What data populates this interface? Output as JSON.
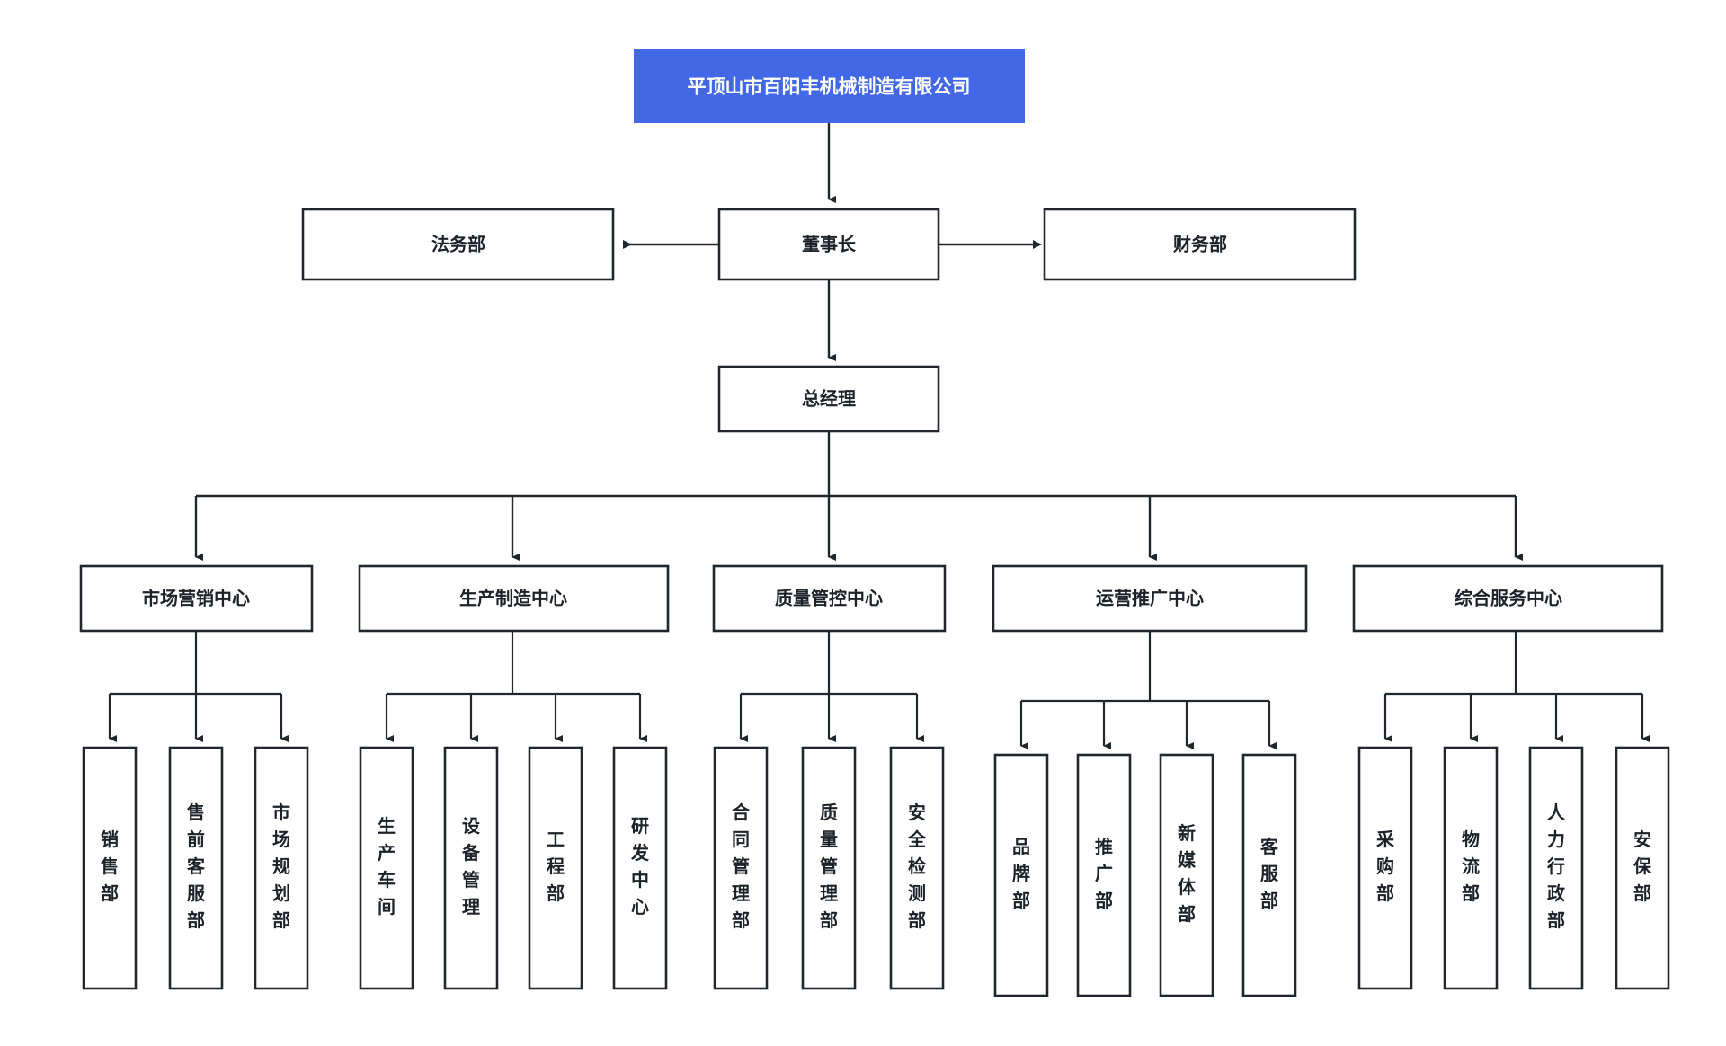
{
  "diagram": {
    "title": "平顶山市百阳丰机械制造有限公司",
    "type": "organization-chart",
    "colors": {
      "root_fill": "#4268e8",
      "root_text": "#ffffff",
      "box_stroke": "#22272e",
      "box_fill": "#ffffff",
      "text": "#1d2229",
      "background": "#ffffff"
    }
  },
  "root": {
    "label": "平顶山市百阳丰机械制造有限公司"
  },
  "level1": {
    "chairman": {
      "label": "董事长"
    },
    "left_staff": {
      "label": "法务部"
    },
    "right_staff": {
      "label": "财务部"
    }
  },
  "level2": {
    "general_manager": {
      "label": "总经理"
    }
  },
  "centers": [
    {
      "label": "市场营销中心",
      "departments": [
        {
          "label": "销售部"
        },
        {
          "label": "售前客服部"
        },
        {
          "label": "市场规划部"
        }
      ]
    },
    {
      "label": "生产制造中心",
      "departments": [
        {
          "label": "生产车间"
        },
        {
          "label": "设备管理"
        },
        {
          "label": "工程部"
        },
        {
          "label": "研发中心"
        }
      ]
    },
    {
      "label": "质量管控中心",
      "departments": [
        {
          "label": "合同管理部"
        },
        {
          "label": "质量管理部"
        },
        {
          "label": "安全检测部"
        }
      ]
    },
    {
      "label": "运营推广中心",
      "departments": [
        {
          "label": "品牌部"
        },
        {
          "label": "推广部"
        },
        {
          "label": "新媒体部"
        },
        {
          "label": "客服部"
        }
      ]
    },
    {
      "label": "综合服务中心",
      "departments": [
        {
          "label": "采购部"
        },
        {
          "label": "物流部"
        },
        {
          "label": "人力行政部"
        },
        {
          "label": "安保部"
        }
      ]
    }
  ]
}
